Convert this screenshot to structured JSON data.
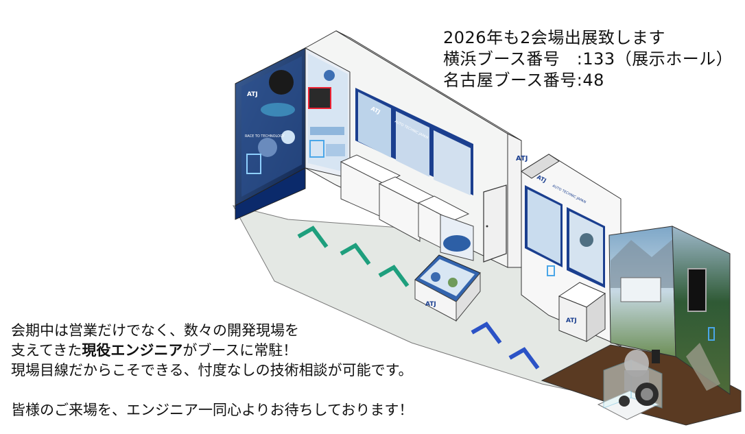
{
  "booth_info": {
    "line1": "2026年も2会場出展致します",
    "line2": "横浜ブース番号　:133（展示ホール）",
    "line3": "名古屋ブース番号:48"
  },
  "promo": {
    "line1": "会期中は営業だけでなく、数々の開発現場を",
    "line2_pre": "支えてきた",
    "line2_bold": "現役エンジニア",
    "line2_post": "がブースに常駐！",
    "line3": "現場目線だからこそできる、忖度なしの技術相談が可能です。",
    "line4": "皆様のご来場を、エンジニア一同心よりお待ちしております！"
  },
  "booth": {
    "brand": "ATJ",
    "brand_full": "AUTO TECHNIC JAPAN",
    "poster_caption": "RACE TO TECHNOLOGY",
    "colors": {
      "navy": "#1b3f8f",
      "floor_grey": "#e4e8e4",
      "floor_brown": "#5a3a22",
      "arrow_teal": "#1e9f7d",
      "arrow_blue": "#2b52c6"
    }
  }
}
